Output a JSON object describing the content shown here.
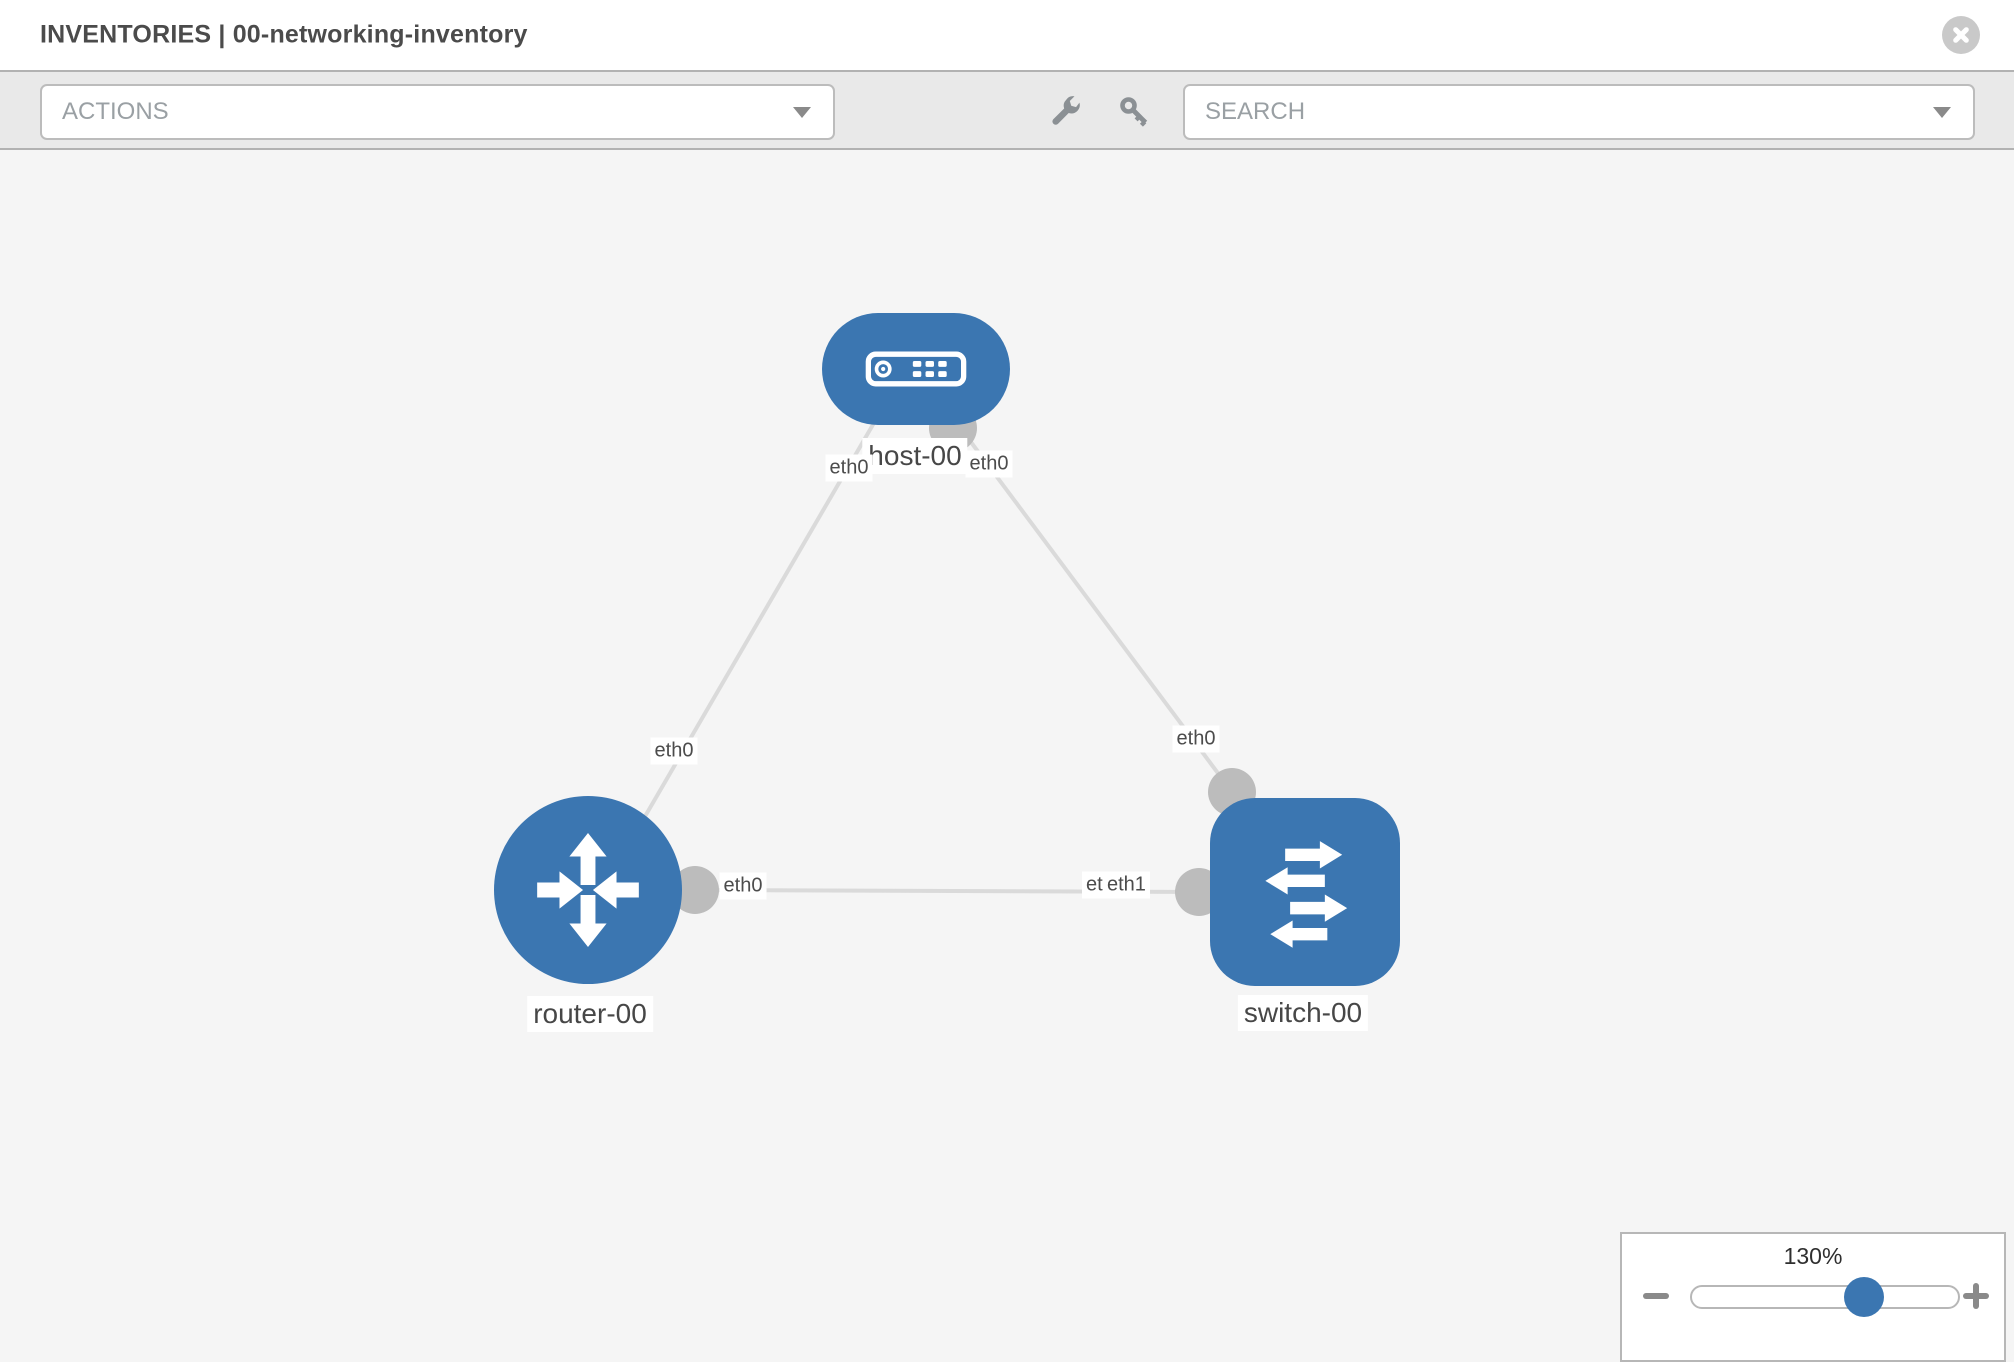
{
  "header": {
    "title": "INVENTORIES | 00-networking-inventory"
  },
  "toolbar": {
    "actions_label": "ACTIONS",
    "search_label": "SEARCH"
  },
  "topology": {
    "nodes": [
      {
        "name": "host-00",
        "label": "host-00",
        "type": "host"
      },
      {
        "name": "router-00",
        "label": "router-00",
        "type": "router"
      },
      {
        "name": "switch-00",
        "label": "switch-00",
        "type": "switch"
      }
    ],
    "links": [
      {
        "source": "host-00",
        "source_interface": "eth0",
        "target": "router-00",
        "target_interface": "eth0"
      },
      {
        "source": "host-00",
        "source_interface": "eth0",
        "target": "switch-00",
        "target_interface": "eth0"
      },
      {
        "source": "router-00",
        "source_interface": "eth0",
        "target": "switch-00",
        "target_interface": "eth1"
      }
    ],
    "interface_labels": [
      {
        "text": "eth0",
        "node": "host-00",
        "link_index": 0
      },
      {
        "text": "eth0",
        "node": "host-00",
        "link_index": 1
      },
      {
        "text": "eth0",
        "node": "router-00",
        "link_index": 0
      },
      {
        "text": "eth0",
        "node": "switch-00",
        "link_index": 1
      },
      {
        "text": "eth0",
        "node": "router-00",
        "link_index": 2
      },
      {
        "text": "eth0",
        "node": "switch-00",
        "link_index": 2
      },
      {
        "text": "eth1",
        "node": "switch-00",
        "link_index": 2
      }
    ]
  },
  "zoom_control": {
    "level": "130%"
  },
  "colors": {
    "node_fill": "#3b76b1",
    "edge": "#dadada",
    "port": "#bcbcbc",
    "toolbar_bg": "#e9e9e9",
    "canvas_bg": "#f5f5f5",
    "close_button_bg": "#c9c9c9"
  }
}
